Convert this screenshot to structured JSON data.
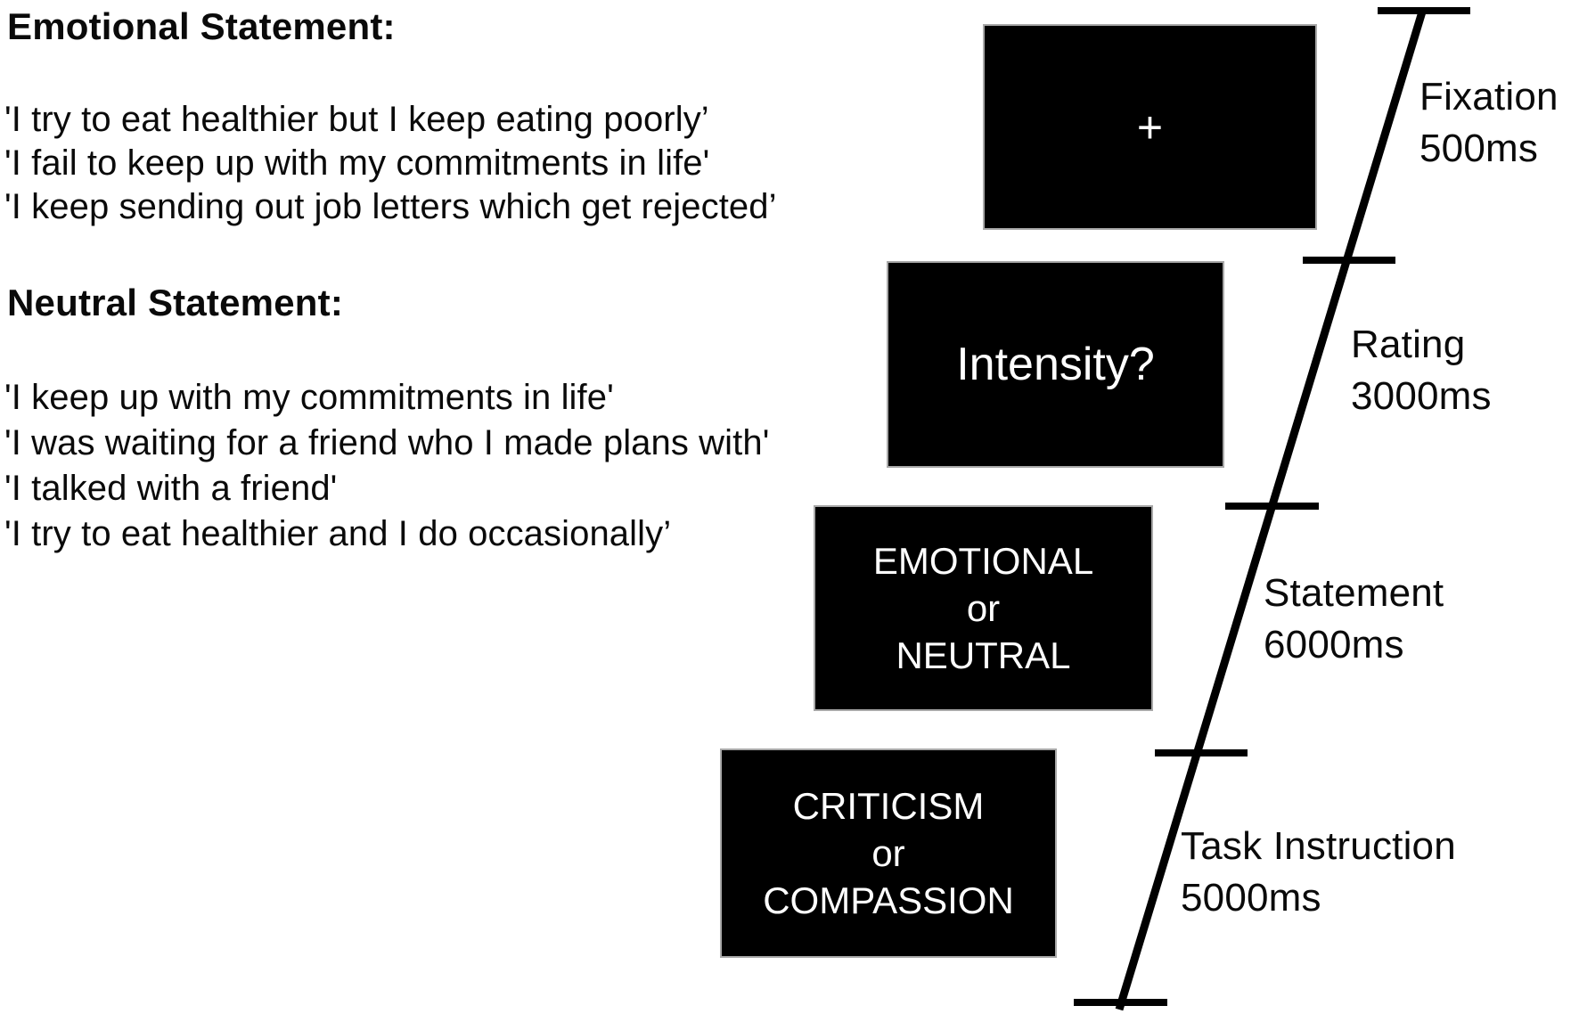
{
  "figure": {
    "description": "Experimental trial structure diagram with example statements and a staircase timeline"
  },
  "left_panel": {
    "emotional": {
      "heading": "Emotional Statement:",
      "statements": [
        "'I try to eat healthier but I keep eating poorly’",
        "'I fail to keep up with my commitments in life'",
        "'I keep sending out job letters which get rejected’"
      ]
    },
    "neutral": {
      "heading": "Neutral Statement:",
      "statements": [
        "'I keep up with my commitments in life'",
        "'I was waiting for a friend who I made plans with'",
        "'I talked with a friend'",
        "'I try to eat healthier and I do occasionally’"
      ]
    }
  },
  "trial_sequence": {
    "screens": [
      {
        "id": "fixation",
        "lines": [
          "+"
        ]
      },
      {
        "id": "rating",
        "lines": [
          "Intensity?"
        ]
      },
      {
        "id": "statement",
        "lines": [
          "EMOTIONAL",
          "or",
          "NEUTRAL"
        ]
      },
      {
        "id": "task-instruction",
        "lines": [
          "CRITICISM",
          "or",
          "COMPASSION"
        ]
      }
    ],
    "timeline": [
      {
        "label": "Fixation",
        "duration": "500ms"
      },
      {
        "label": "Rating",
        "duration": "3000ms"
      },
      {
        "label": "Statement",
        "duration": "6000ms"
      },
      {
        "label": "Task Instruction",
        "duration": "5000ms"
      }
    ]
  },
  "colors": {
    "canvas_bg": "#ffffff",
    "figure_text": "#0a0a0a",
    "screen_bg": "#000000",
    "screen_border": "#a8a8a8",
    "screen_text": "#ffffff",
    "line_color": "#000000"
  }
}
